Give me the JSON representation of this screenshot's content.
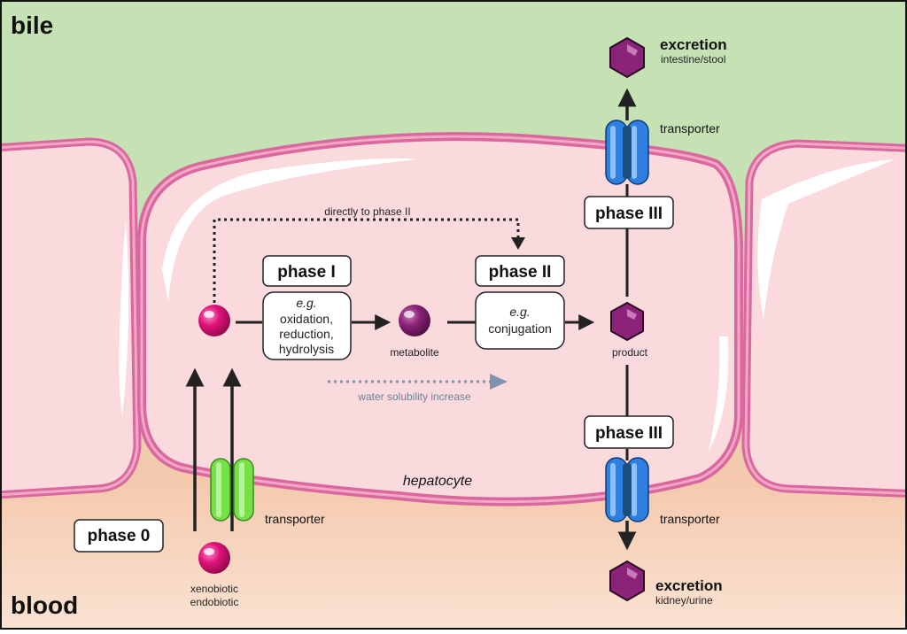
{
  "regions": {
    "bile": "bile",
    "blood": "blood"
  },
  "cell_label": "hepatocyte",
  "phases": {
    "phase0": "phase 0",
    "phase1": "phase I",
    "phase2": "phase II",
    "phase3_top": "phase III",
    "phase3_bottom": "phase III"
  },
  "reactions": {
    "phase1_eg": "e.g.",
    "phase1_lines": [
      "oxidation,",
      "reduction,",
      "hydrolysis"
    ],
    "phase2_eg": "e.g.",
    "phase2_lines": [
      "conjugation"
    ]
  },
  "molecules": {
    "metabolite": "metabolite",
    "product": "product",
    "input_lines": [
      "xenobiotic",
      "endobiotic"
    ]
  },
  "arrows": {
    "direct": "directly to phase II",
    "solubility": "water solubility increase"
  },
  "transporters": {
    "entry": "transporter",
    "bile": "transporter",
    "blood": "transporter"
  },
  "excretion": {
    "bile_title": "excretion",
    "bile_sub": "intestine/stool",
    "blood_title": "excretion",
    "blood_sub": "kidney/urine"
  },
  "colors": {
    "bile_bg": "#c6e2b4",
    "blood_bg": "#f8d2b5",
    "cell_fill": "#fadadd",
    "membrane": "#d9689f",
    "molecule_pink": "#e0137a",
    "molecule_purple": "#8b2378",
    "transporter_green": "#76e047",
    "transporter_blue": "#2f7fe0",
    "solubility_arrow": "#7f93ad"
  }
}
